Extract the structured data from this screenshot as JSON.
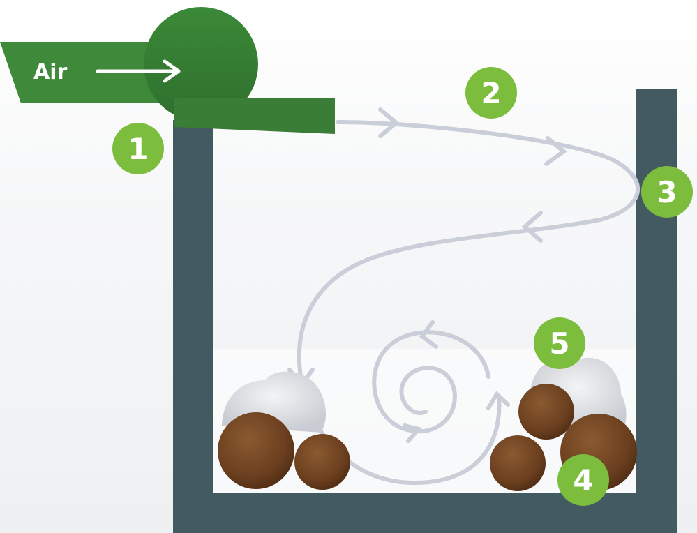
{
  "blower": {
    "label": "Air",
    "color": "#3f8a3a"
  },
  "container": {
    "color": "#435a60"
  },
  "badges": {
    "color": "#7cbd3e",
    "b1": "1",
    "b2": "2",
    "b3": "3",
    "b4": "4",
    "b5": "5"
  },
  "airflow": {
    "color": "#c9ced9"
  },
  "wood": {
    "color": "#6b3f1f"
  }
}
